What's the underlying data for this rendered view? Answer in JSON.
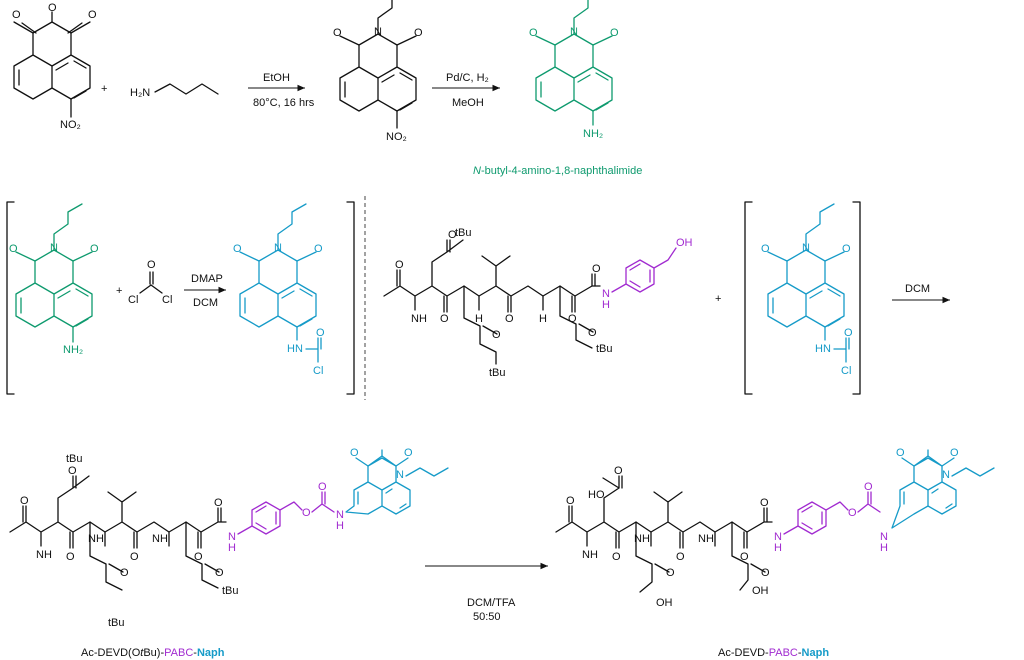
{
  "colors": {
    "naph_green": "#0e9a6e",
    "naph_cyan": "#169bc8",
    "pabc_purple": "#a12bd0",
    "black": "#111111"
  },
  "row1": {
    "plus": "+",
    "conditions1": {
      "top": "EtOH",
      "bottom": "80°C, 16 hrs"
    },
    "conditions2": {
      "top": "Pd/C, H₂",
      "bottom": "MeOH"
    },
    "product_name_italic": "N",
    "product_name_rest": "-butyl-4-amino-1,8-naphthalimide"
  },
  "row2": {
    "plus1": "+",
    "conditions1": {
      "top": "DMAP",
      "bottom": "DCM"
    },
    "plus2": "+",
    "conditions2": {
      "top": "DCM"
    }
  },
  "row3": {
    "conditions": {
      "top": "DCM/TFA",
      "bottom": "50:50"
    },
    "label_left": {
      "a": "Ac-DEVD(O",
      "b": "t",
      "c": "Bu)-",
      "d": "PABC",
      "e": "-",
      "f": "Naph"
    },
    "label_right": {
      "a": "Ac-DEVD-",
      "b": "PABC",
      "c": "-",
      "d": "Naph"
    }
  },
  "atoms": {
    "O": "O",
    "N": "N",
    "Cl": "Cl",
    "H2N": "H₂N",
    "NH2": "NH₂",
    "NO2": "NO₂",
    "HN": "HN",
    "NH": "NH",
    "H": "H",
    "OH": "OH",
    "HO": "HO",
    "tBu": "tBu"
  }
}
